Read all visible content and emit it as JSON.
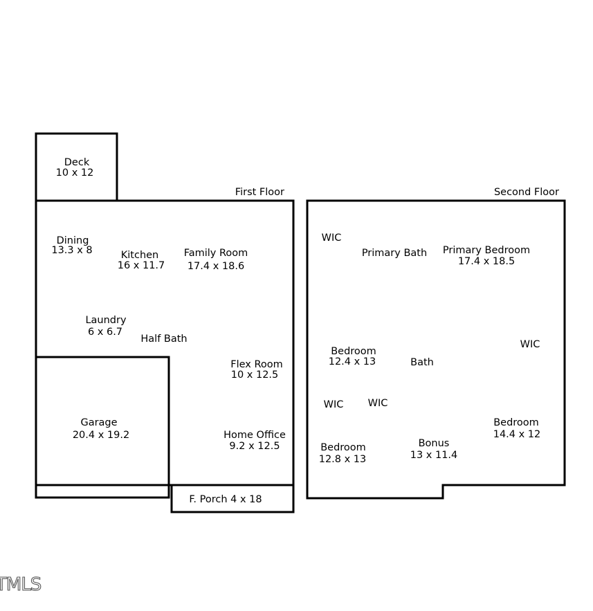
{
  "floors": [
    {
      "title": "First Floor",
      "rooms": [
        {
          "name": "Deck",
          "size": "10 x 12"
        },
        {
          "name": "Dining",
          "size": "13.3 x 8"
        },
        {
          "name": "Kitchen",
          "size": "16 x 11.7"
        },
        {
          "name": "Family Room",
          "size": "17.4 x 18.6"
        },
        {
          "name": "Laundry",
          "size": "6 x 6.7"
        },
        {
          "name": "Half Bath",
          "size": ""
        },
        {
          "name": "Flex Room",
          "size": "10 x 12.5"
        },
        {
          "name": "Garage",
          "size": "20.4 x 19.2"
        },
        {
          "name": "Home Office",
          "size": "9.2 x 12.5"
        },
        {
          "name": "F. Porch 4 x 18",
          "size": ""
        }
      ]
    },
    {
      "title": "Second Floor",
      "rooms": [
        {
          "name": "WIC",
          "size": ""
        },
        {
          "name": "Primary Bath",
          "size": ""
        },
        {
          "name": "Primary Bedroom",
          "size": "17.4 x 18.5"
        },
        {
          "name": "WIC",
          "size": ""
        },
        {
          "name": "Bedroom",
          "size": "12.4 x 13"
        },
        {
          "name": "Bath",
          "size": ""
        },
        {
          "name": "WIC",
          "size": ""
        },
        {
          "name": "WIC",
          "size": ""
        },
        {
          "name": "Bedroom",
          "size": "14.4 x 12"
        },
        {
          "name": "Bonus",
          "size": "13 x 11.4"
        },
        {
          "name": "Bedroom",
          "size": "12.8 x 13"
        }
      ]
    }
  ],
  "watermark": {
    "text": "TMLS"
  },
  "colors": {
    "wall": "#000000",
    "text": "#000000",
    "background": "#ffffff",
    "watermark": "#555555"
  }
}
